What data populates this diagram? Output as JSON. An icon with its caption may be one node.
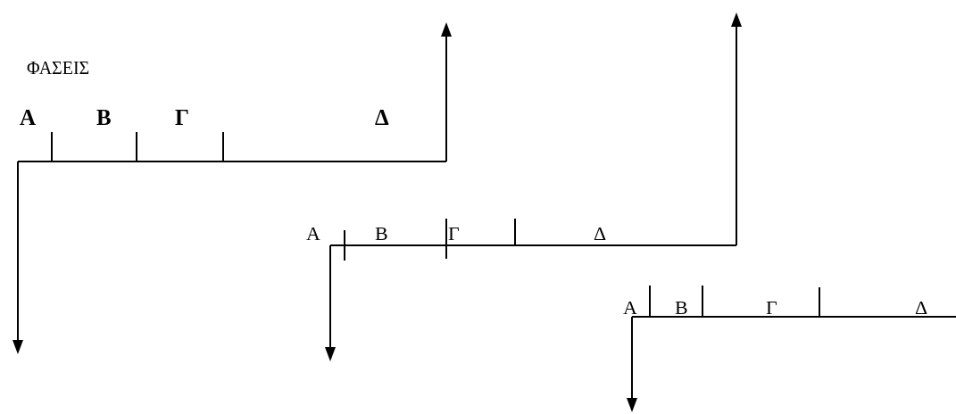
{
  "diagram": {
    "labels": [
      "ΦΑΣΕΙΣ",
      "Α",
      "Β",
      "Γ",
      "Δ",
      "Α",
      "Β",
      "Γ",
      "Δ",
      "Α",
      "Β",
      "Γ",
      "Δ"
    ]
  }
}
